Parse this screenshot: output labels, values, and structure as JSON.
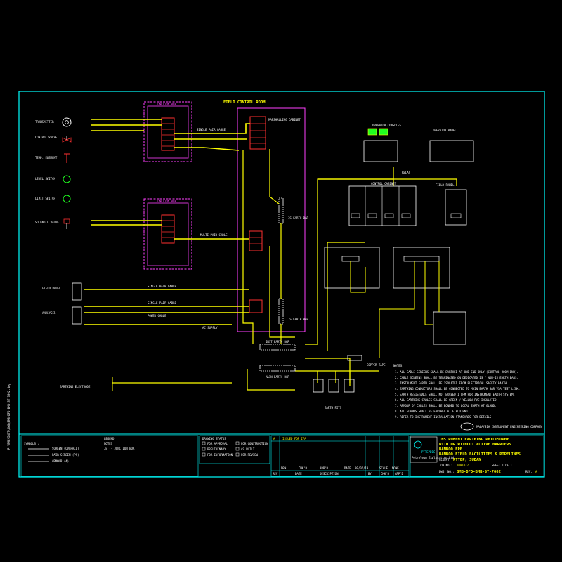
{
  "colors": {
    "background": "#000000",
    "border": "#00ffff",
    "cable": "#ffff00",
    "enclosure": "#ff40ff",
    "text": "#ffffff",
    "red": "#ff3030",
    "green": "#20ff20"
  },
  "field_control_room": "FIELD CONTROL ROOM",
  "labels": {
    "transmitter": "TRANSMITTER",
    "control_valve": "CONTROL VALVE",
    "temp_element": "TEMP. ELEMENT",
    "level_switch": "LEVEL SWITCH",
    "limit_switch": "LIMIT SWITCH",
    "solenoid_valve": "SOLENOID VALVE",
    "junction_box_top": "JUNCTION BOX",
    "junction_box_mid": "JUNCTION BOX",
    "marshalling": "MARSHALLING CABINET",
    "control_cabinet": "CONTROL CABINET",
    "operator_consoles": "OPERATOR CONSOLES",
    "operator_panel": "OPERATOR PANEL",
    "field_panel_left": "FIELD PANEL",
    "field_panel_right": "FIELD PANEL",
    "analyser": "ANALYSER",
    "earth_bar_1": "IS EARTH BAR",
    "earth_bar_2": "IS EARTH BAR",
    "earth_bar_3": "INST EARTH BAR",
    "main_earth": "MAIN EARTH BAR",
    "electrode": "EARTHING ELECTRODE",
    "copper_tape": "COPPER TAPE",
    "earth_pit": "EARTH PITS",
    "relay": "RELAY",
    "cable_1": "SINGLE PAIR CABLE",
    "cable_2": "MULTI PAIR CABLE",
    "cable_3": "SINGLE PAIR CABLE",
    "cable_4": "SINGLE PAIR CABLE",
    "cable_5": "POWER CABLE",
    "cable_6": "AC SUPPLY"
  },
  "notes_title": "NOTES:",
  "notes": [
    "1. ALL CABLE SCREENS SHALL BE EARTHED AT ONE END ONLY (CONTROL ROOM END).",
    "2. CABLE SCREENS SHALL BE TERMINATED ON DEDICATED IS / NON-IS EARTH BARS.",
    "3. INSTRUMENT EARTH SHALL BE ISOLATED FROM ELECTRICAL SAFETY EARTH.",
    "4. EARTHING CONDUCTORS SHALL BE CONNECTED TO MAIN EARTH BAR VIA TEST LINK.",
    "5. EARTH RESISTANCE SHALL NOT EXCEED 1 OHM FOR INSTRUMENT EARTH SYSTEM.",
    "6. ALL EARTHING CABLES SHALL BE GREEN / YELLOW PVC INSULATED.",
    "7. ARMOUR OF CABLES SHALL BE BONDED TO LOCAL EARTH AT GLAND.",
    "8. ALL GLANDS SHALL BE EARTHED AT FIELD END.",
    "9. REFER TO INSTRUMENT INSTALLATION STANDARDS FOR DETAILS."
  ],
  "legend": {
    "title": "LEGEND",
    "symbols": "SYMBOLS :",
    "items": [
      "SCREEN (OVERALL)",
      "PAIR SCREEN (PS)",
      "ARMOUR (A)"
    ],
    "notes_head": "NOTES :",
    "note_item": "JB -- JUNCTION BOX"
  },
  "status_block": {
    "title": "DRAWING STATUS",
    "items": [
      "FOR APPROVAL",
      "FOR CONSTRUCTION",
      "PRELIMINARY",
      "AS BUILT",
      "FOR INFORMATION",
      "FOR REVIEW"
    ]
  },
  "revisions": {
    "rows": [
      {
        "rev": "A",
        "desc": "ISSUED FOR IFA",
        "by": "",
        "chk": "",
        "appd": ""
      }
    ],
    "headers": [
      "REV",
      "DATE",
      "DESCRIPTION",
      "BY",
      "CHK'D",
      "APP'D"
    ]
  },
  "company": "MALAYSIA INSTRUMENT ENGINEERING COMPANY",
  "title_block": {
    "title_lines": [
      "INSTRUMENT EARTHING PHILOSOPHY",
      "WITH OR WITHOUT ACTIVE BARRIERS",
      "BAMBOO FPF",
      "BAMBOO FIELD FACILITIES & PIPELINES"
    ],
    "client_label": "CLIENT:",
    "client": "PTTEP, SUDAN",
    "logo_text": "PTTEPDEC",
    "logo_sub": "Petroleum Exploration Ltd.",
    "job_label": "JOB NO.:",
    "job": "1001032",
    "drg_label": "DWG. NO.:",
    "drg": "BMB-DFD-BMB-ST-7002",
    "rev_label": "REV.",
    "rev": "A",
    "sheet": "SHEET 1 OF 1",
    "scale_label": "SCALE",
    "scale": "NONE",
    "date_label": "DATE",
    "date": "09/07/10",
    "drawn_label": "DRN",
    "checked_label": "CHK'D",
    "approved_label": "APP'D"
  },
  "side_text": "P:\\BMB\\INST\\DWG\\BMB-DFD-BMB-ST-7002.dwg"
}
